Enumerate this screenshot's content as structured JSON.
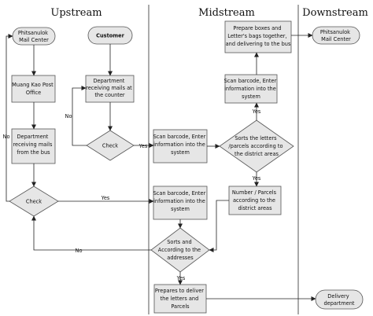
{
  "lanes": {
    "upstream": "Upstream",
    "midstream": "Midstream",
    "downstream": "Downstream"
  },
  "nodes": {
    "phits_mail_start": [
      "Phitsanulok",
      "Mail Center"
    ],
    "customer": [
      "Customer"
    ],
    "muang_kao": [
      "Muang Kao Post",
      "Office"
    ],
    "dept_counter": [
      "Department",
      "receiving mails at",
      "the counter"
    ],
    "dept_bus": [
      "Department",
      "receiving mails",
      "from the bus"
    ],
    "check_counter": [
      "Check"
    ],
    "check_bus": [
      "Check"
    ],
    "scan_1": [
      "Scan barcode, Enter",
      "information into the",
      "system"
    ],
    "scan_2": [
      "Scan barcode, Enter",
      "information into the",
      "system"
    ],
    "scan_3": [
      "Scan barcode, Enter",
      "information into the",
      "system"
    ],
    "sort_district": [
      "Sorts the letters",
      "/parcels according to",
      "the district areas"
    ],
    "number_parcels": [
      "Number / Parcels",
      "according to the",
      "district areas"
    ],
    "prepare_boxes": [
      "Prepare boxes and",
      "Letter's bags together,",
      "and delivering to the bus"
    ],
    "sort_addresses": [
      "Sorts and",
      "According to the",
      "addresses"
    ],
    "prepares_deliver": [
      "Prepares to deliver",
      "the letters and",
      "Parcels"
    ],
    "phits_mail_end": [
      "Phitsanulok",
      "Mail Center"
    ],
    "delivery_dept": [
      "Delivery",
      "department"
    ]
  },
  "edge_labels": {
    "yes": "Yes",
    "no": "No"
  }
}
